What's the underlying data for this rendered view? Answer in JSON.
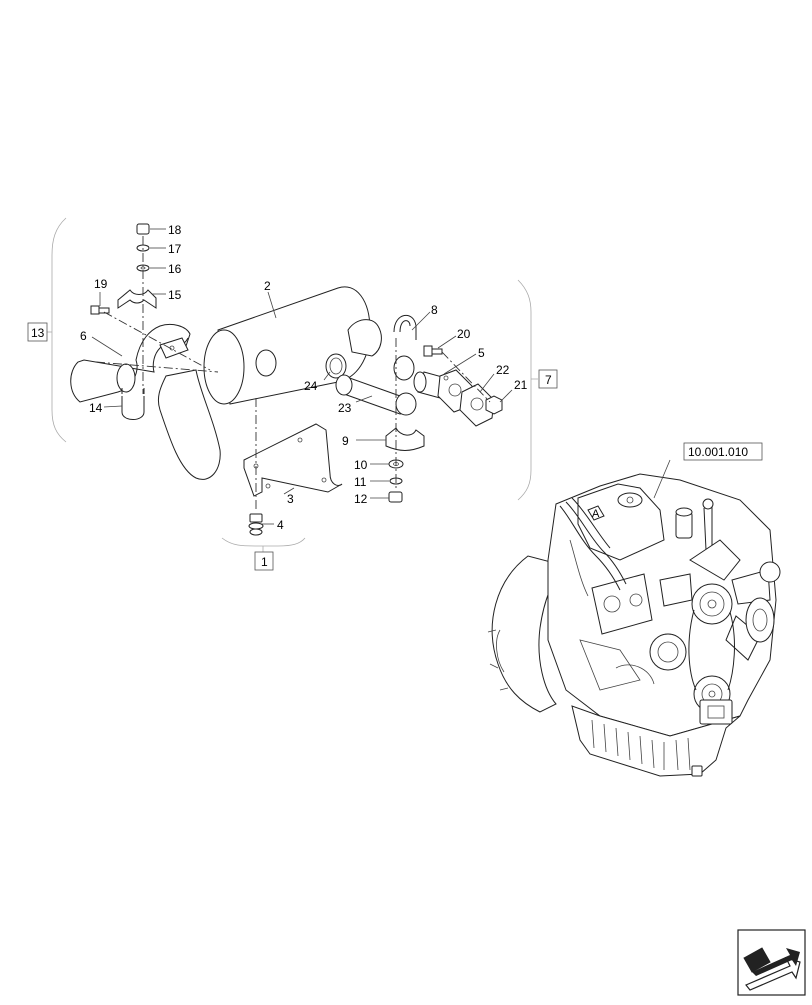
{
  "callouts": {
    "c1": "1",
    "c2": "2",
    "c3": "3",
    "c4": "4",
    "c5": "5",
    "c6": "6",
    "c7": "7",
    "c8": "8",
    "c9": "9",
    "c10": "10",
    "c11": "11",
    "c12": "12",
    "c13": "13",
    "c14": "14",
    "c15": "15",
    "c16": "16",
    "c17": "17",
    "c18": "18",
    "c19": "19",
    "c20": "20",
    "c21": "21",
    "c22": "22",
    "c23": "23",
    "c24": "24"
  },
  "reference": {
    "engine_ref": "10.001.010",
    "marker": "A"
  },
  "icons": {
    "navigation": "next-page-arrow-icon"
  }
}
